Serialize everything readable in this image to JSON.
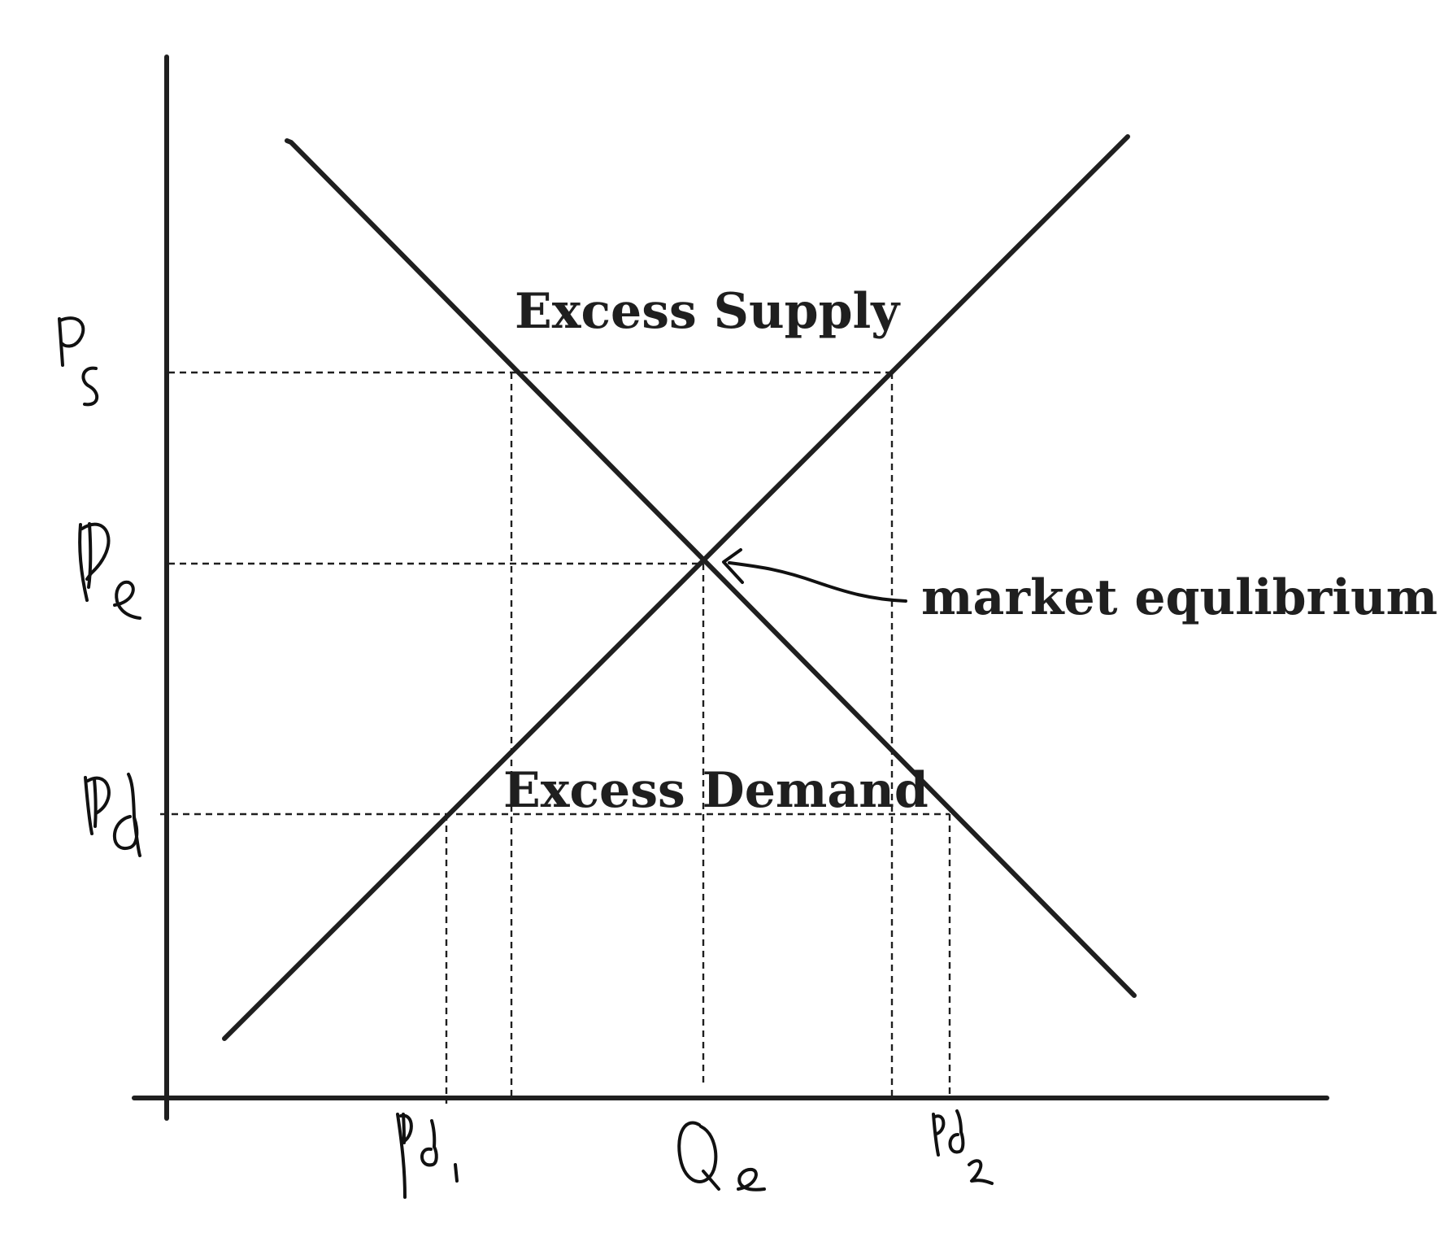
{
  "diagram": {
    "type": "supply-demand",
    "axis_labels": {
      "price_surplus": "Ps",
      "price_equilibrium": "Pe",
      "price_deficit": "Pd",
      "quantity_pd1": "Pd1",
      "quantity_equilibrium": "Qe",
      "quantity_pd2": "Pd2"
    },
    "annotations": {
      "excess_supply": "Excess Supply",
      "excess_demand": "Excess Demand",
      "equilibrium": "market equlibrium"
    },
    "colors": {
      "ink": "#1f1f1f",
      "background": "#ffffff"
    }
  }
}
